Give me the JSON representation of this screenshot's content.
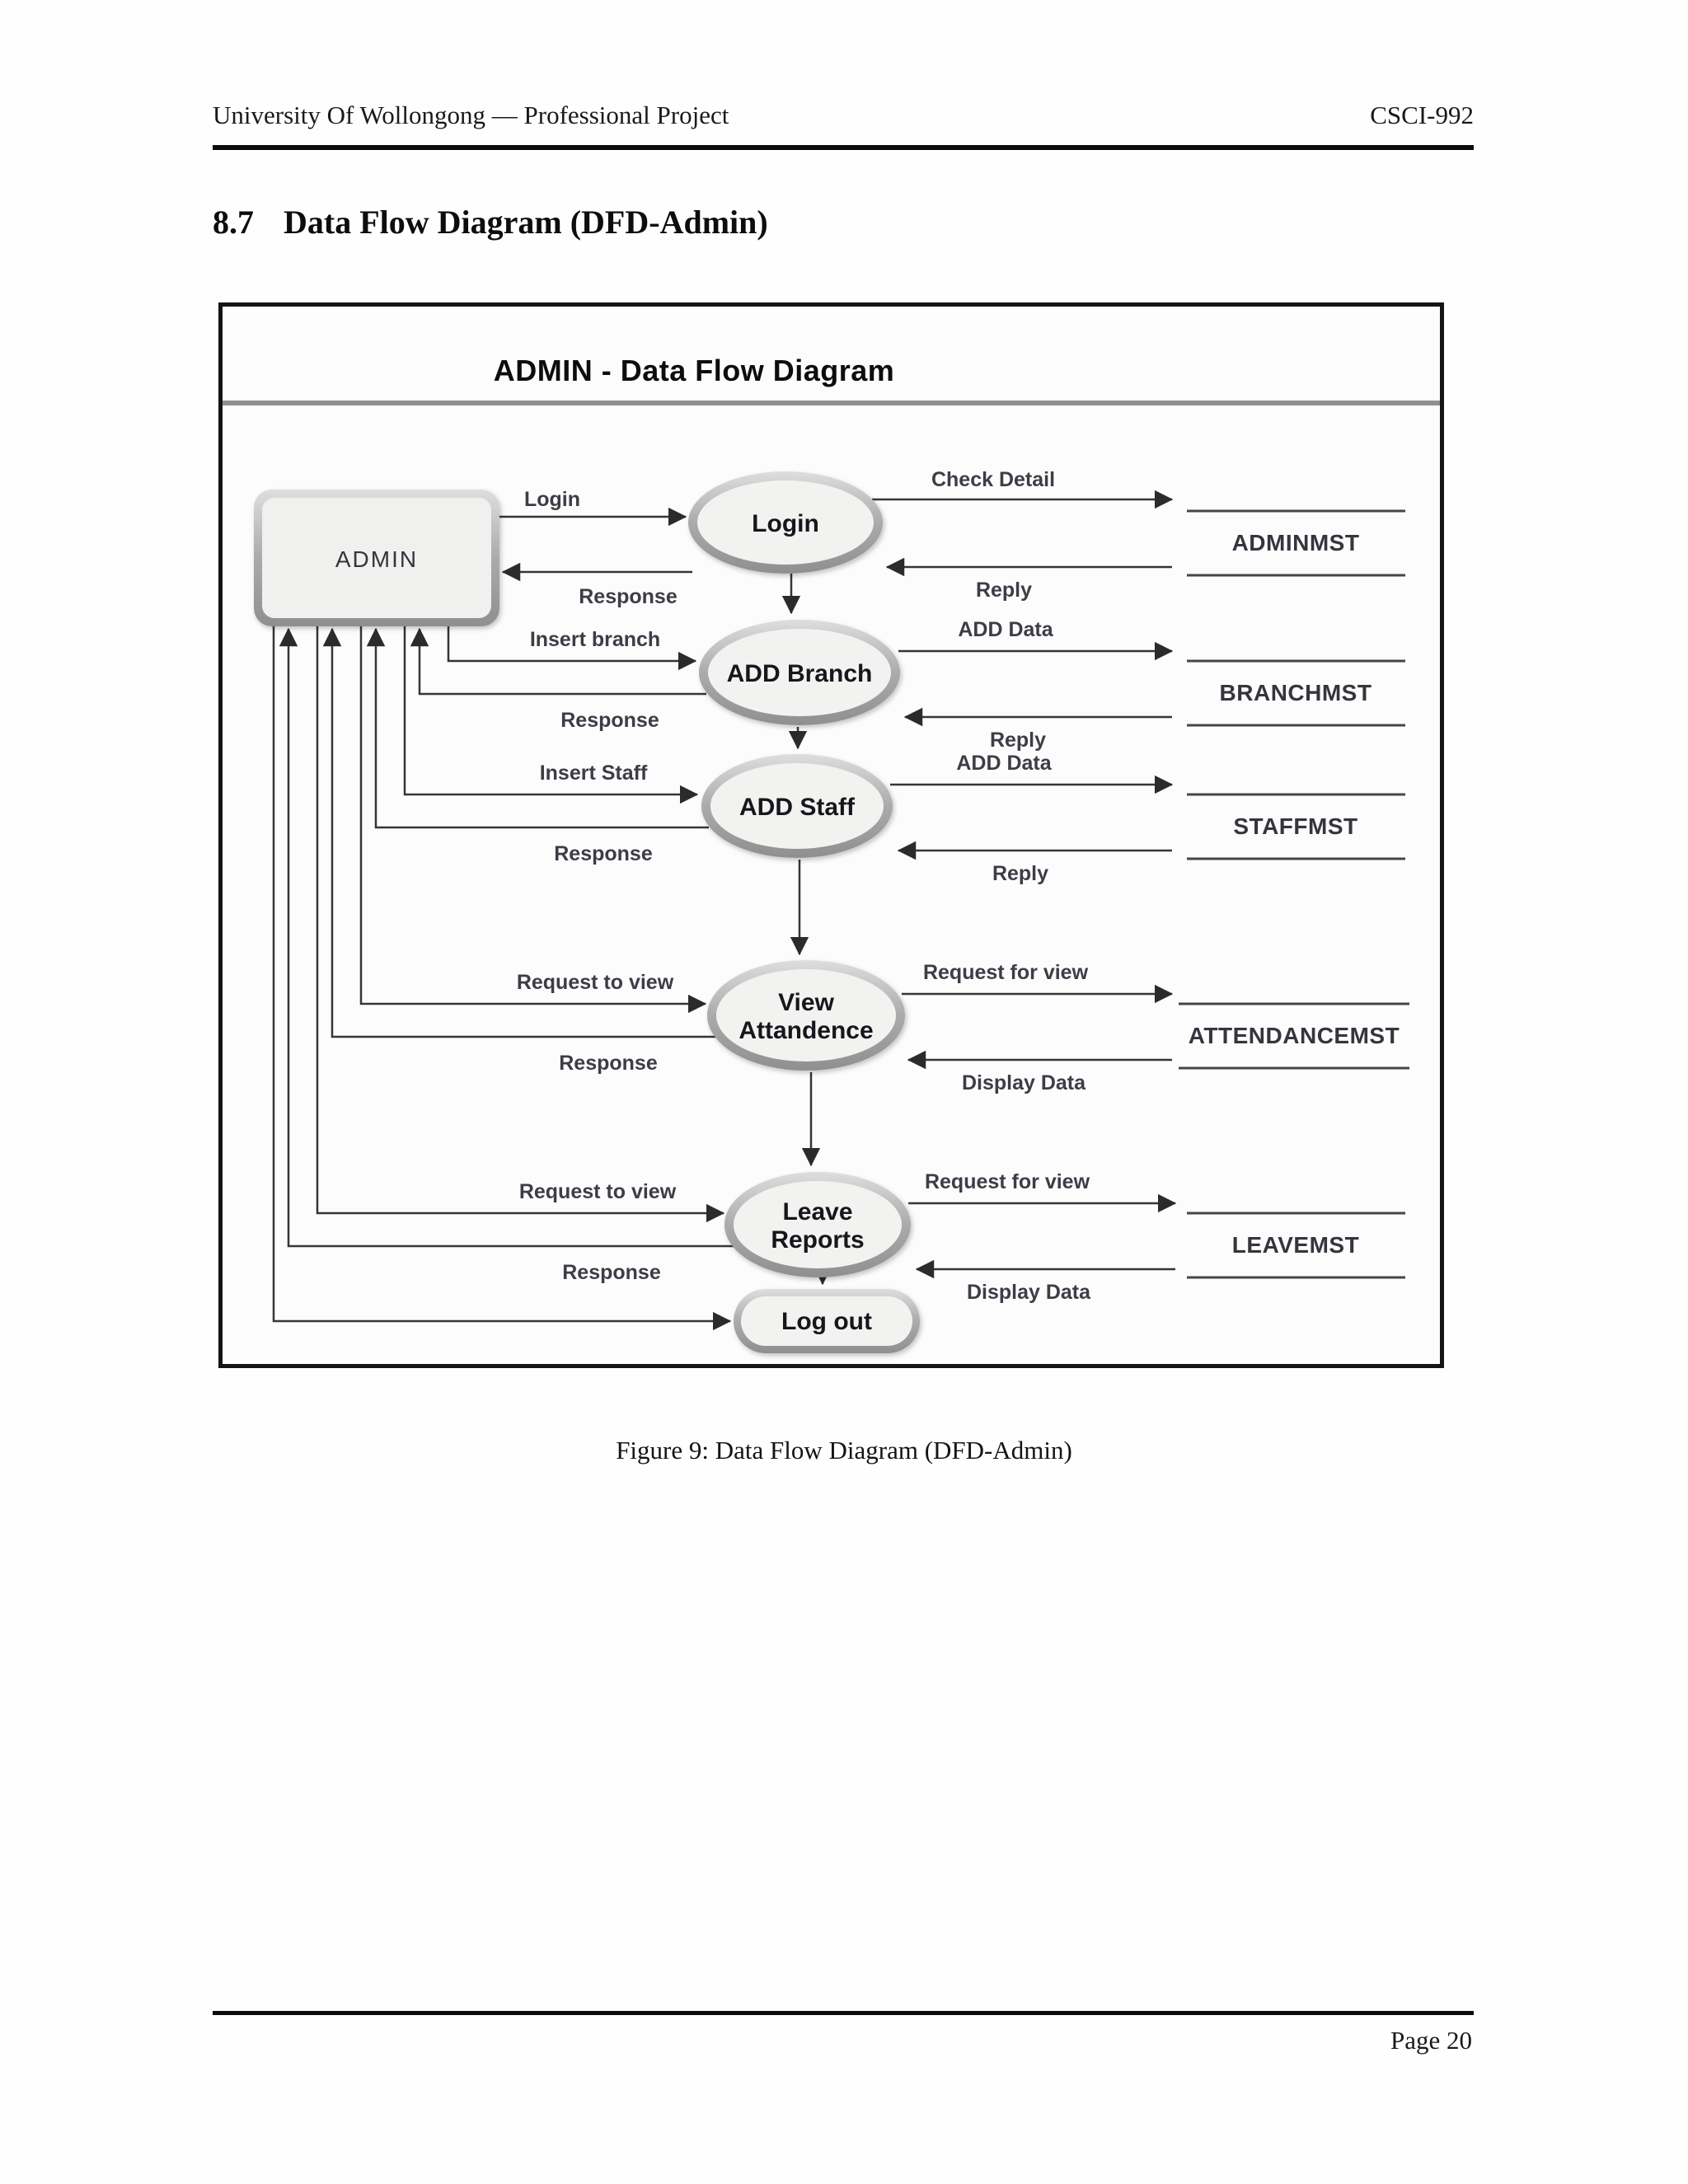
{
  "page": {
    "header_left": "University Of Wollongong — Professional Project",
    "header_right": "CSCI-992",
    "section_number": "8.7",
    "section_title": "Data Flow Diagram (DFD-Admin)",
    "caption": "Figure 9: Data Flow Diagram (DFD-Admin)",
    "footer_page": "Page 20"
  },
  "diagram": {
    "title": "ADMIN - Data Flow Diagram",
    "external_entity": "ADMIN",
    "processes": {
      "login": "Login",
      "add_branch": "ADD Branch",
      "add_staff": "ADD Staff",
      "view_line1": "View",
      "view_line2": "Attandence",
      "leave_line1": "Leave",
      "leave_line2": "Reports",
      "logout": "Log out"
    },
    "stores": {
      "admin": "ADMINMST",
      "branch": "BRANCHMST",
      "staff": "STAFFMST",
      "attendance": "ATTENDANCEMST",
      "leave": "LEAVEMST"
    },
    "flows": {
      "login": "Login",
      "login_response": "Response",
      "check_detail": "Check Detail",
      "reply_admin": "Reply",
      "insert_branch": "Insert branch",
      "response_branch": "Response",
      "add_data_branch": "ADD Data",
      "reply_branch": "Reply",
      "insert_staff": "Insert Staff",
      "response_staff": "Response",
      "add_data_staff": "ADD Data",
      "reply_staff": "Reply",
      "request_view_att": "Request to view",
      "response_att": "Response",
      "request_for_view_att": "Request for view",
      "display_data_att": "Display Data",
      "request_view_leave": "Request to view",
      "response_leave": "Response",
      "request_for_view_leave": "Request for view",
      "display_data_leave": "Display Data"
    },
    "colors": {
      "line": "#35353a",
      "shape_fill": "#f1f1ef",
      "shape_rim": "#a9a9a9",
      "title_divider": "#909090"
    }
  }
}
